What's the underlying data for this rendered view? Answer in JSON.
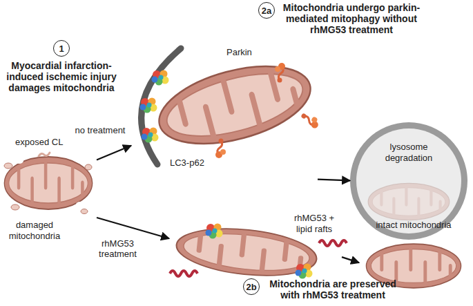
{
  "diagram": {
    "nodes": [
      {
        "text": [
          "1",
          "Myocardial infarction-induced ischemic injury damages mitochondria"
        ]
      },
      {
        "text": [
          "2a",
          "Mitochondria undergo parkin-mediated mitophagy without rhMG53 treatment"
        ]
      },
      {
        "text": [
          "2b",
          "Mitochondria are preserved with rhMG53 treatment"
        ]
      },
      {
        "text": [
          "exposed CL",
          "damaged mitochondria"
        ]
      },
      {
        "text": [
          "Parkin",
          "LC3-p62"
        ]
      },
      {
        "text": [
          "lysosome degradation"
        ]
      },
      {
        "text": [
          "rhMG53 + lipid rafts"
        ]
      },
      {
        "text": [
          "intact mitochondria"
        ]
      }
    ],
    "edges": [
      {
        "from": 3,
        "to": 4,
        "arrow": "to",
        "label": "no treatment"
      },
      {
        "from": 3,
        "to": 6,
        "arrow": "to",
        "label": "rhMG53 treatment"
      },
      {
        "from": 4,
        "to": 5,
        "arrow": "to"
      },
      {
        "from": 6,
        "to": 7,
        "arrow": "to"
      }
    ]
  }
}
